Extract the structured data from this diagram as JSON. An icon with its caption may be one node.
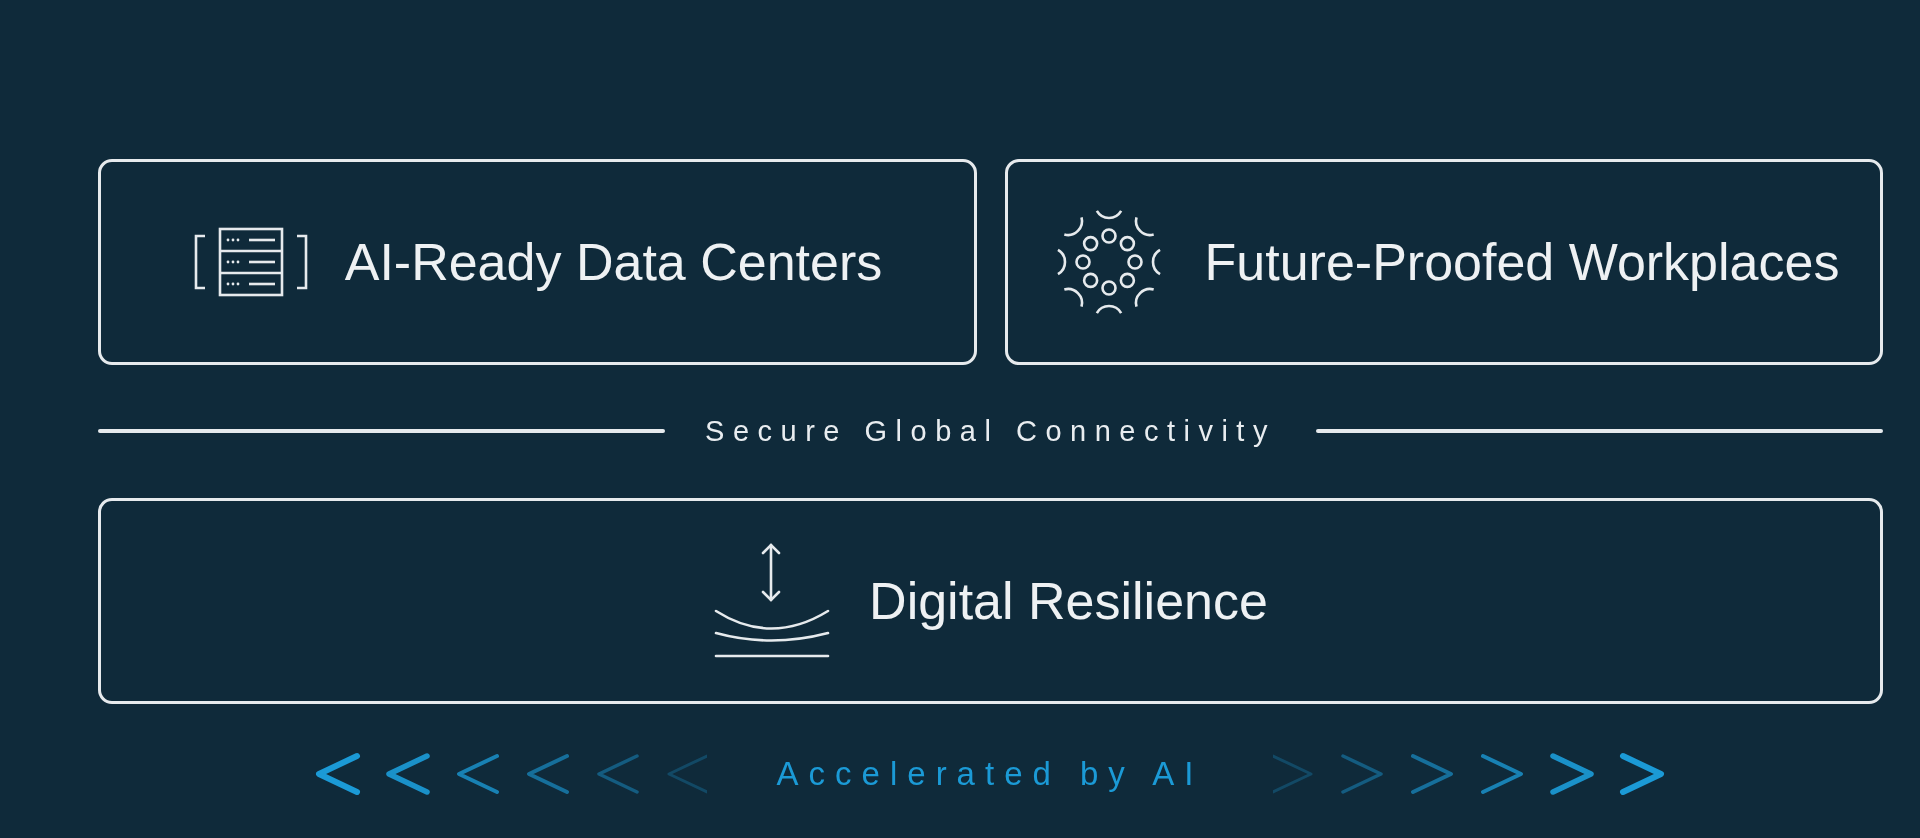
{
  "diagram": {
    "nodes": [
      {
        "text": [
          "AI-Ready Data Centers"
        ]
      },
      {
        "text": [
          "Future-Proofed Workplaces"
        ]
      },
      {
        "text": [
          "Digital Resilience"
        ]
      }
    ],
    "labels": [
      "Secure Global Connectivity",
      "Accelerated by AI"
    ]
  }
}
